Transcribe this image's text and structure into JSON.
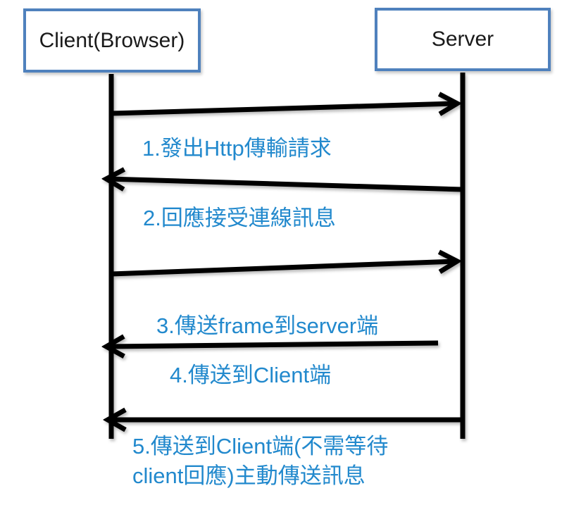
{
  "diagram": {
    "type": "sequence-diagram",
    "actors": [
      {
        "id": "client",
        "label": "Client(Browser)"
      },
      {
        "id": "server",
        "label": "Server"
      }
    ],
    "messages": [
      {
        "num": "1",
        "from": "client",
        "to": "server",
        "label": "1.發出Http傳輸請求"
      },
      {
        "num": "2",
        "from": "server",
        "to": "client",
        "label": "2.回應接受連線訊息"
      },
      {
        "num": "3",
        "from": "client",
        "to": "server",
        "label": "3.傳送frame到server端"
      },
      {
        "num": "4",
        "from": "server",
        "to": "client",
        "label": "4.傳送到Client端"
      },
      {
        "num": "5",
        "from": "server",
        "to": "client",
        "label": "5.傳送到Client端(不需等待\nclient回應)主動傳送訊息"
      }
    ],
    "colors": {
      "actor_box_border": "#4F81BD",
      "message_label_text": "#2289CD",
      "line": "#000000",
      "background": "#FFFFFF"
    }
  }
}
